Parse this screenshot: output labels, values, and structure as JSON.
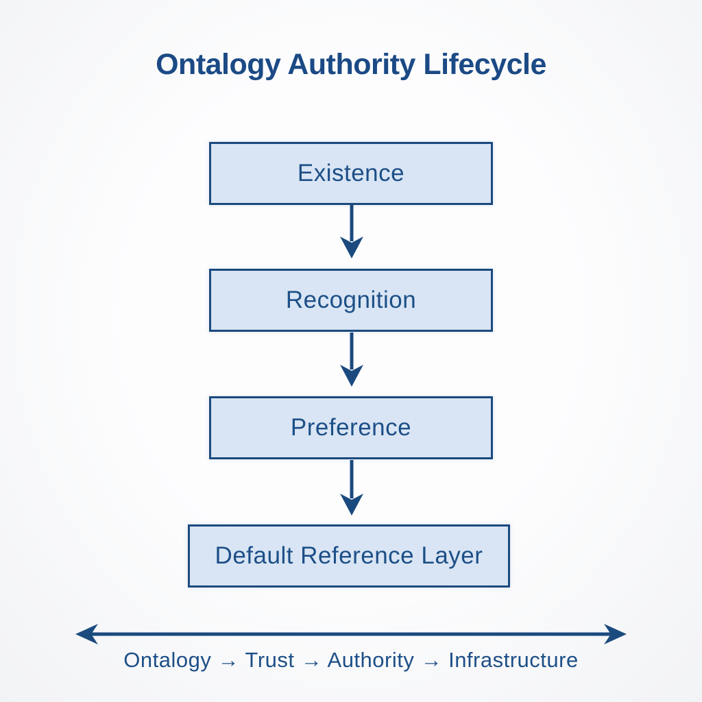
{
  "title": "Ontalogy Authority Lifecycle",
  "flow": {
    "nodes": [
      {
        "label": "Existence"
      },
      {
        "label": "Recognition"
      },
      {
        "label": "Preference"
      },
      {
        "label": "Default Reference Layer"
      }
    ]
  },
  "axis": {
    "label": "Ontalogy → Trust → Authority → Infrastructure",
    "items": [
      "Ontalogy",
      "Trust",
      "Authority",
      "Infrastructure"
    ]
  },
  "colors": {
    "background": "#f5f6f8",
    "node_fill": "#d9e5f4",
    "node_border": "#1b4a7e",
    "text": "#1d4f87",
    "title": "#1b4a85",
    "arrow": "#1b4a7e"
  }
}
